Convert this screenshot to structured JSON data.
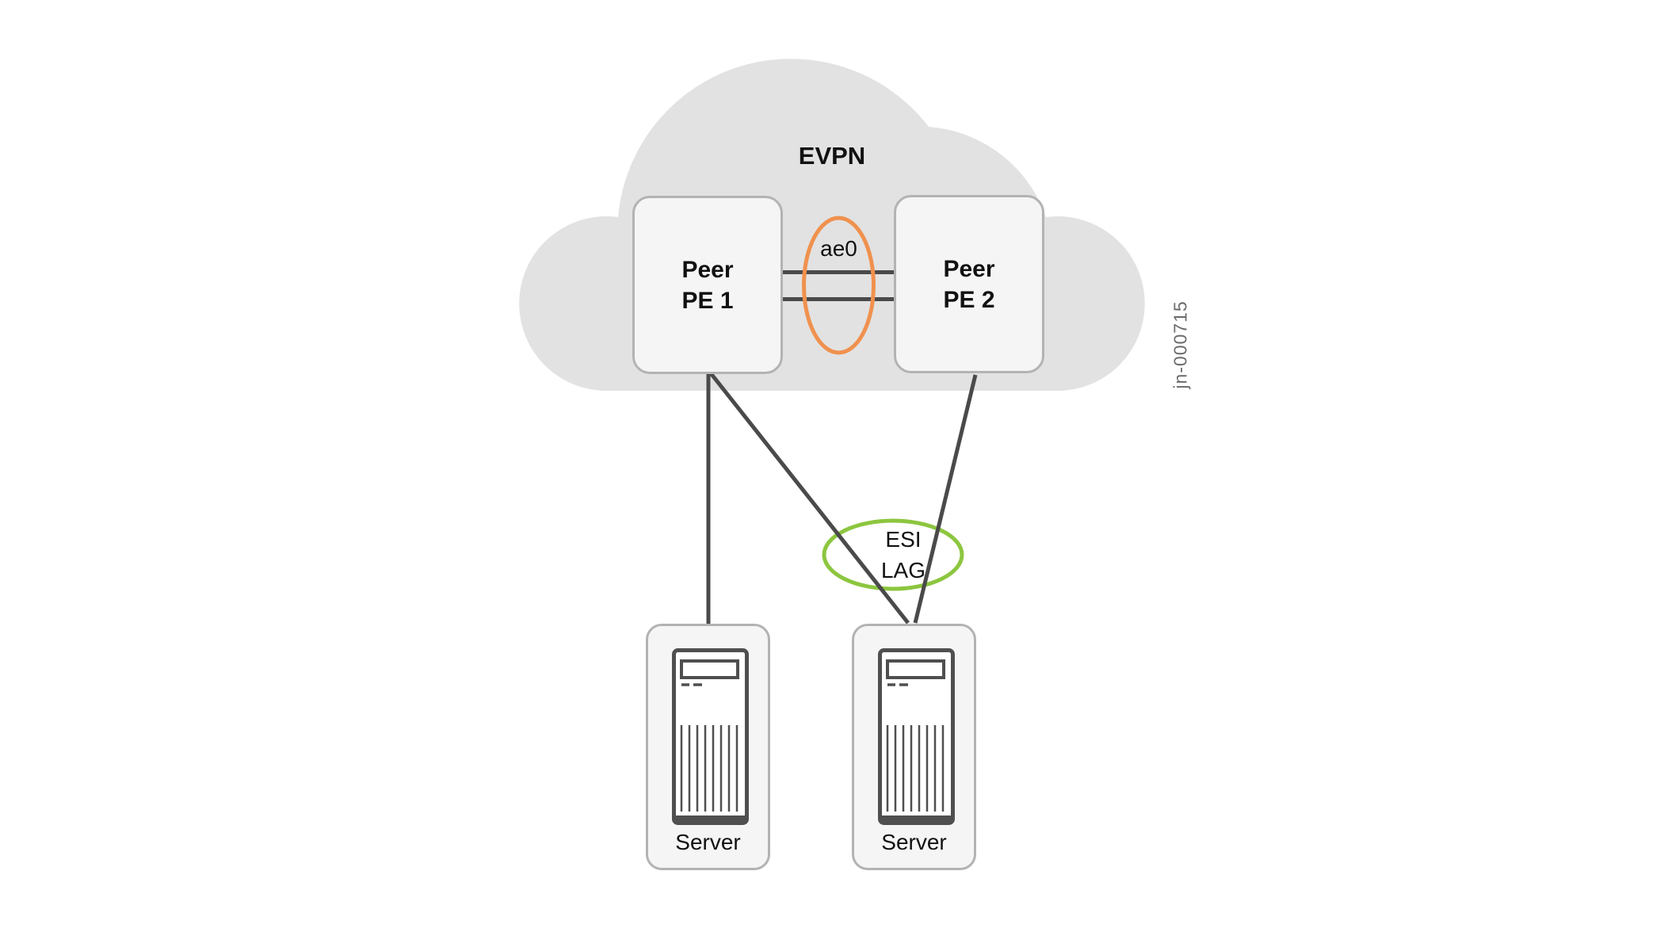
{
  "figure": {
    "cloud_label": "EVPN",
    "figure_id": "jn-000715",
    "pe1": {
      "line1": "Peer",
      "line2": "PE 1"
    },
    "pe2": {
      "line1": "Peer",
      "line2": "PE 2"
    },
    "aggregated_link_label": "ae0",
    "esi_lag": {
      "line1": "ESI",
      "line2": "LAG"
    },
    "servers": [
      {
        "label": "Server"
      },
      {
        "label": "Server"
      }
    ],
    "colors": {
      "cloud_fill": "#e2e2e2",
      "node_fill": "#f5f5f5",
      "node_border": "#b3b3b3",
      "link_line": "#4a4a4a",
      "lag_ellipse_orange": "#f0914e",
      "esi_ellipse_green": "#8cc63f",
      "server_icon_stroke": "#4f4f4f",
      "figure_id_text": "#6b6b6b"
    }
  }
}
